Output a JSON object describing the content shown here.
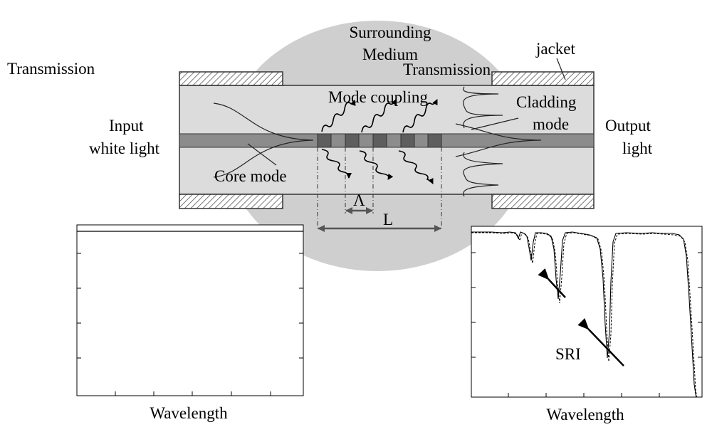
{
  "labels": {
    "surrounding_line1": "Surrounding",
    "surrounding_line2": "Medium",
    "jacket": "jacket",
    "transmission_left": "Transmission",
    "transmission_right": "Transmission",
    "mode_coupling": "Mode coupling",
    "cladding_line1": "Cladding",
    "cladding_line2": "mode",
    "input_line1": "Input",
    "input_line2": "white light",
    "output_line1": "Output",
    "output_line2": "light",
    "core_mode": "Core mode",
    "period_symbol": "Λ",
    "length_symbol": "L",
    "wavelength_left": "Wavelength",
    "wavelength_right": "Wavelength",
    "sri": "SRI"
  },
  "colors": {
    "medium": "#cfcfcf",
    "cladding": "#dcdcdc",
    "core": "#8c8c8c",
    "grating_block": "#5e5e5e",
    "jacket_hatch": "#555555"
  }
}
